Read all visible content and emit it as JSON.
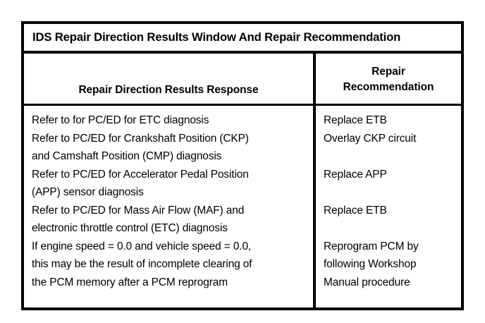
{
  "table": {
    "title": "IDS Repair Direction Results Window And Repair Recommendation",
    "columns": {
      "left_header": "Repair Direction Results Response",
      "right_header_line1": "Repair",
      "right_header_line2": "Recommendation"
    },
    "response_lines": [
      "Refer to for PC/ED for ETC diagnosis",
      "Refer to PC/ED for Crankshaft Position (CKP)",
      "and Camshaft Position (CMP) diagnosis",
      "Refer to PC/ED for Accelerator Pedal Position",
      "(APP) sensor diagnosis",
      "Refer to PC/ED for Mass Air Flow (MAF) and",
      "electronic throttle control (ETC) diagnosis",
      "If engine speed = 0.0 and vehicle speed = 0.0,",
      "this may be the result of incomplete clearing of",
      "the PCM memory after a PCM reprogram"
    ],
    "recommendation_lines": [
      "Replace ETB",
      "Overlay CKP circuit",
      "",
      "Replace APP",
      "",
      "Replace ETB",
      "",
      "Reprogram PCM by",
      "following Workshop",
      "Manual procedure"
    ],
    "colors": {
      "border": "#000000",
      "text": "#000000",
      "background": "#ffffff"
    }
  }
}
